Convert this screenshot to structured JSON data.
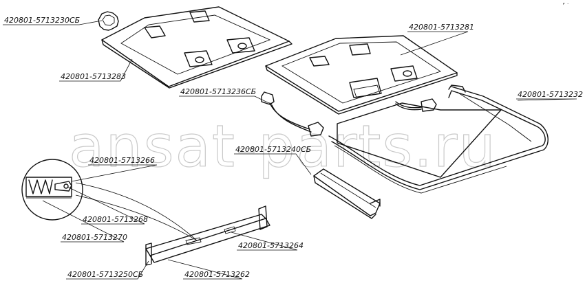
{
  "diagram": {
    "watermark": "ansat-parts.ru",
    "corner_mark": "◤ —",
    "callouts": [
      {
        "id": "l1",
        "text": "420801-5713230СБ"
      },
      {
        "id": "l2",
        "text": "420801-5713283"
      },
      {
        "id": "l3",
        "text": "420801-5713281"
      },
      {
        "id": "l4",
        "text": "420801-5713236СБ"
      },
      {
        "id": "l5",
        "text": "420801-5713232"
      },
      {
        "id": "l6",
        "text": "420801-5713266"
      },
      {
        "id": "l7",
        "text": "420801-5713240СБ"
      },
      {
        "id": "l8",
        "text": "420801-5713268"
      },
      {
        "id": "l9",
        "text": "420801-5713270"
      },
      {
        "id": "l10",
        "text": "420801-5713264"
      },
      {
        "id": "l11",
        "text": "420801-5713250СБ"
      },
      {
        "id": "l12",
        "text": "420801-5713262"
      }
    ]
  }
}
